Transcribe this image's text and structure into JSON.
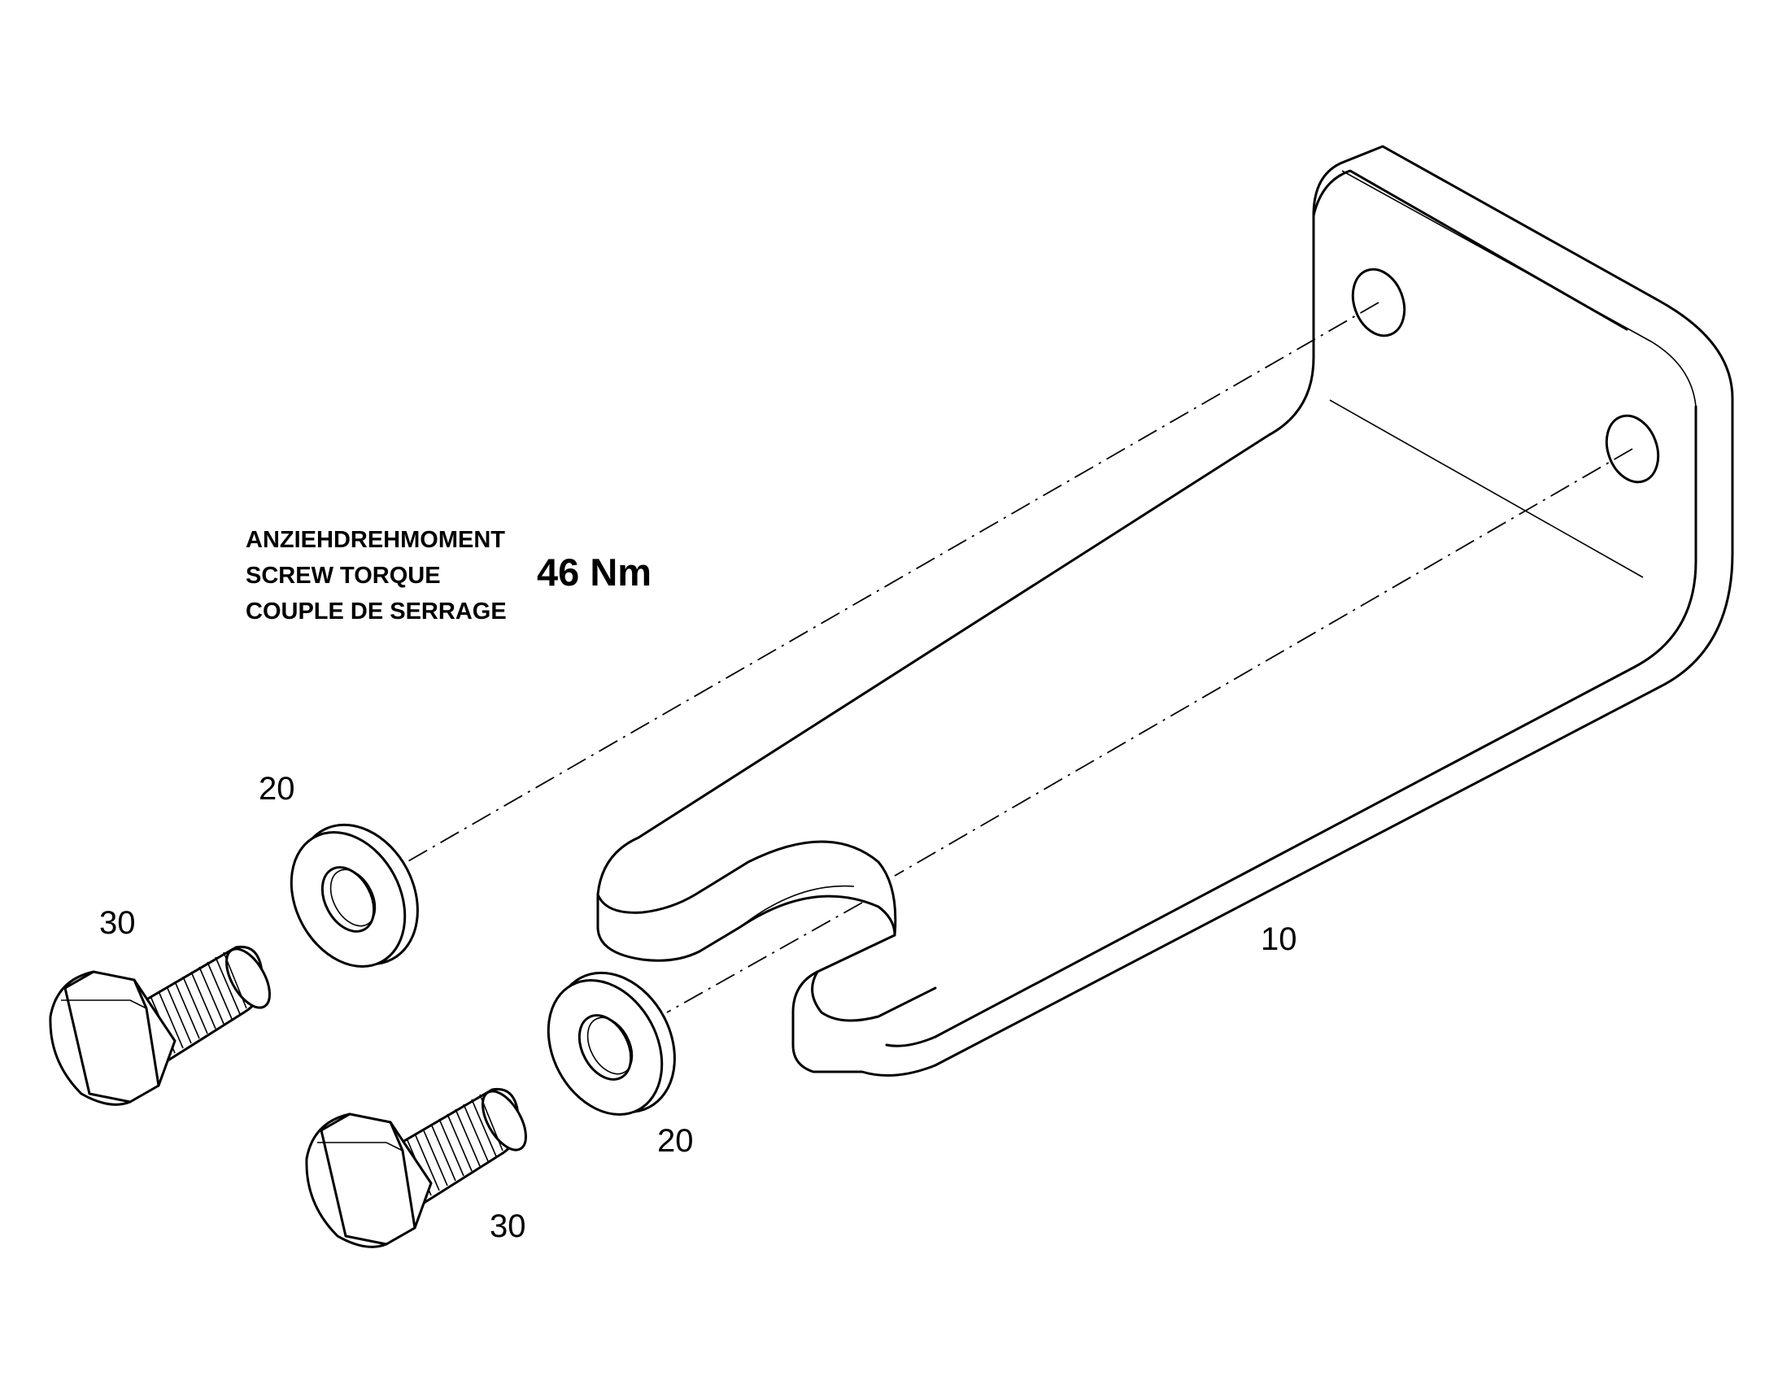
{
  "torque": {
    "label_de": "ANZIEHDREHMOMENT",
    "label_en": "SCREW TORQUE",
    "label_fr": "COUPLE DE SERRAGE",
    "value": "46 Nm"
  },
  "callouts": {
    "bracket": "10",
    "washer_upper": "20",
    "washer_lower": "20",
    "bolt_upper": "30",
    "bolt_lower": "30"
  }
}
